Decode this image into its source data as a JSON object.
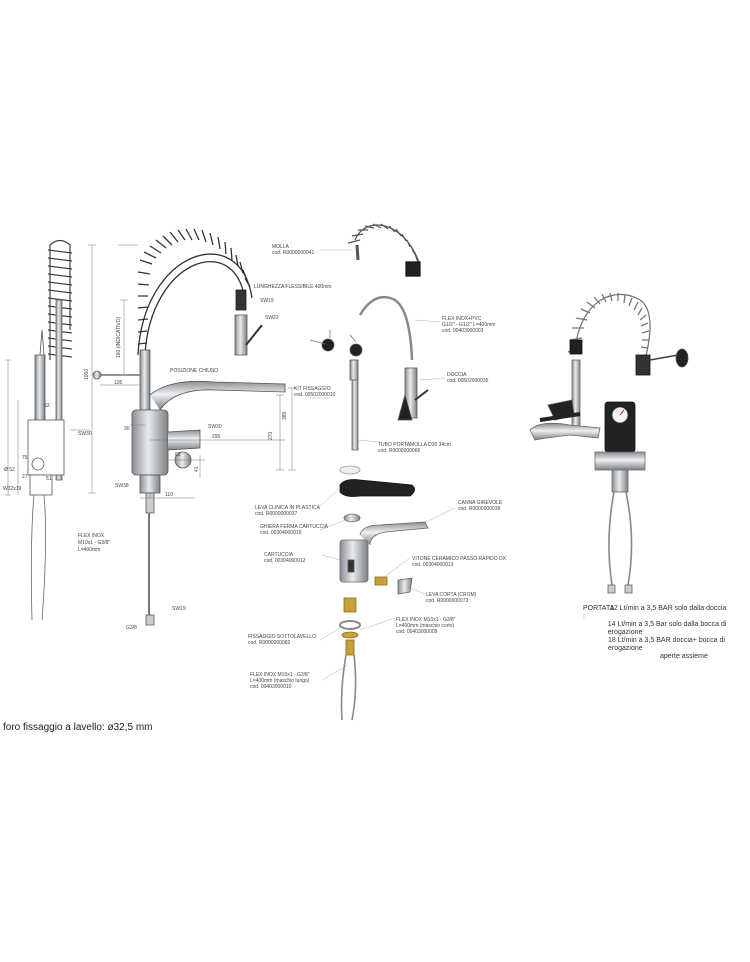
{
  "diagram": {
    "side_view": {
      "labels": {
        "sw30": "SW30",
        "phi52": "Ø 52",
        "w32": "W32x19",
        "flex_1": "FLEX INOX",
        "flex_2": "M10x1 - G3/8\"",
        "flex_3": "L=400mm"
      },
      "dims": {
        "d53": "53",
        "d75": "75",
        "d27": "27",
        "d51": "51"
      }
    },
    "front_view": {
      "labels": {
        "lunghezza": "LUNGHEZZA FLESSIBILE 400mm",
        "sw19a": "SW19",
        "sw22": "SW22",
        "posizione": "POSIZIONE CHIUSO",
        "sw30": "SW30",
        "sw38": "SW38",
        "sw19b": "SW19",
        "g38": "G3/8"
      },
      "dims": {
        "d1050": "1050",
        "d160": "160 (INDICATIVO)",
        "d135": "135",
        "d385": "385",
        "d270": "270",
        "d295": "295",
        "d62": "62",
        "d41": "41",
        "d110": "110",
        "d30": "30"
      }
    },
    "exploded": {
      "parts": [
        {
          "name": "MOLLA",
          "code": "cod. R0000000041"
        },
        {
          "name": "FLEX INOX+PVC",
          "extra": "G1/2\" - G1/2\" L=400mm",
          "code": "cod. 00403000003"
        },
        {
          "name": "DOCCIA",
          "code": "cod. 00502000035"
        },
        {
          "name": "KIT FISSAGGIO",
          "code": "cod. 00502000010"
        },
        {
          "name": "TUBO PORTAMOLLA D20 34cm",
          "code": "cod. R0000000066"
        },
        {
          "name": "LEVA CLINICA IN PLASTICA",
          "code": "cod. R0000000037"
        },
        {
          "name": "GHIERA FERMA CARTUCCIA",
          "code": "cod. 00304000015"
        },
        {
          "name": "CANNA GIREVOLE",
          "code": "cod. R0000000038"
        },
        {
          "name": "CARTUCCIA",
          "code": "cod. 00304000012"
        },
        {
          "name": "VITONE CERAMICO PASSO RAPIDO DX",
          "code": "cod. 00304000013"
        },
        {
          "name": "LEVA CORTA (CROM)",
          "code": "cod. R0000000073"
        },
        {
          "name": "FLEX INOX M10x1 - G3/8\"",
          "extra": "L=400mm (maschio corto)",
          "code": "cod. 00403000009"
        },
        {
          "name": "FISSAGGIO SOTTOLAVELLO",
          "code": "cod. R0000000082"
        },
        {
          "name": "FLEX INOX M10x1 - G3/8\"",
          "extra": "L=400mm (maschio lungo)",
          "code": "cod. 00403000010"
        }
      ]
    },
    "portata": {
      "key": "PORTATA :",
      "rows": [
        "12 Lt/min a 3,5 BAR solo dalla doccia",
        "14 Lt/min a 3,5 Bar solo dalla bocca di erogazione",
        "18 Lt/min a 3,5 BAR doccia+ bocca di erogazione",
        "aperte assieme"
      ]
    },
    "footer_note": "foro fissaggio a lavello: ø32,5 mm"
  },
  "colors": {
    "line": "#555555",
    "thin": "#777777",
    "dark": "#222222",
    "chrome": "#b8bcc0",
    "chrome_dark": "#8a8e92",
    "brass": "#c9a03a"
  }
}
